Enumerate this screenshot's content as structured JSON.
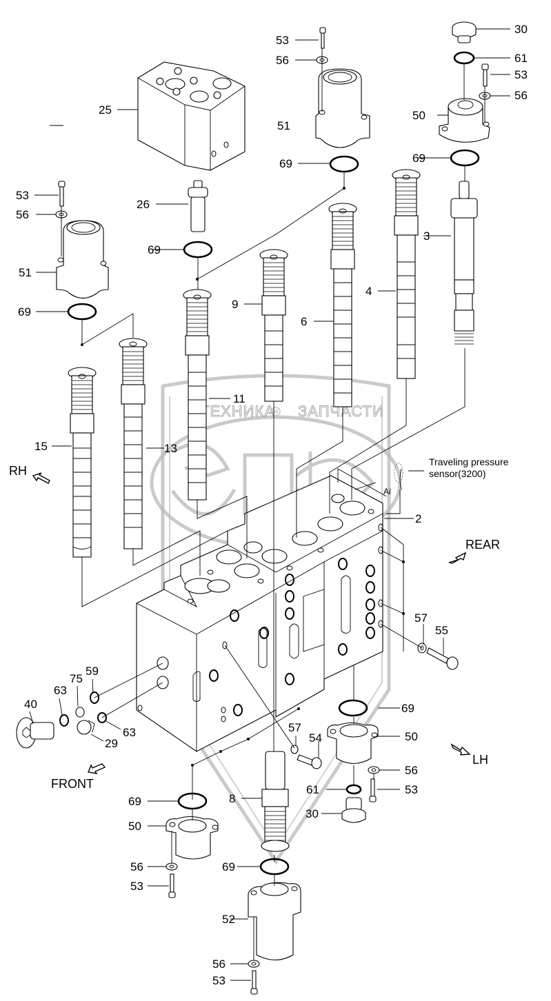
{
  "diagram": {
    "type": "exploded-parts-diagram",
    "subject": "Main control valve spool assembly",
    "watermark": {
      "logo": "ЭЛФ",
      "left_text": "ТЕХНИКА",
      "right_text": "ЗАПЧАСТИ"
    },
    "directions": {
      "rh": "RH",
      "rear": "REAR",
      "front": "FRONT",
      "lh": "LH"
    },
    "annotation": {
      "sensor_line1": "Traveling pressure",
      "sensor_line2": "sensor(3200)",
      "port_label": "Ai"
    },
    "callouts": [
      {
        "id": "c53a",
        "label": "53"
      },
      {
        "id": "c56a",
        "label": "56"
      },
      {
        "id": "c30a",
        "label": "30"
      },
      {
        "id": "c61a",
        "label": "61"
      },
      {
        "id": "c53b",
        "label": "53"
      },
      {
        "id": "c56b",
        "label": "56"
      },
      {
        "id": "c25",
        "label": "25"
      },
      {
        "id": "c51a",
        "label": "51"
      },
      {
        "id": "c50a",
        "label": "50"
      },
      {
        "id": "c69a",
        "label": "69"
      },
      {
        "id": "c69b",
        "label": "69"
      },
      {
        "id": "c53c",
        "label": "53"
      },
      {
        "id": "c26",
        "label": "26"
      },
      {
        "id": "c56c",
        "label": "56"
      },
      {
        "id": "c3",
        "label": "3"
      },
      {
        "id": "c69c",
        "label": "69"
      },
      {
        "id": "c51b",
        "label": "51"
      },
      {
        "id": "c9",
        "label": "9"
      },
      {
        "id": "c4",
        "label": "4"
      },
      {
        "id": "c69d",
        "label": "69"
      },
      {
        "id": "c6",
        "label": "6"
      },
      {
        "id": "c11",
        "label": "11"
      },
      {
        "id": "c15",
        "label": "15"
      },
      {
        "id": "c13",
        "label": "13"
      },
      {
        "id": "c2",
        "label": "2"
      },
      {
        "id": "c57a",
        "label": "57"
      },
      {
        "id": "c55",
        "label": "55"
      },
      {
        "id": "c59",
        "label": "59"
      },
      {
        "id": "c75",
        "label": "75"
      },
      {
        "id": "c40",
        "label": "40"
      },
      {
        "id": "c63a",
        "label": "63"
      },
      {
        "id": "c63b",
        "label": "63"
      },
      {
        "id": "c29",
        "label": "29"
      },
      {
        "id": "c69e",
        "label": "69"
      },
      {
        "id": "c57b",
        "label": "57"
      },
      {
        "id": "c54",
        "label": "54"
      },
      {
        "id": "c50b",
        "label": "50"
      },
      {
        "id": "c56d",
        "label": "56"
      },
      {
        "id": "c61b",
        "label": "61"
      },
      {
        "id": "c53d",
        "label": "53"
      },
      {
        "id": "c30b",
        "label": "30"
      },
      {
        "id": "c69f",
        "label": "69"
      },
      {
        "id": "c8",
        "label": "8"
      },
      {
        "id": "c50c",
        "label": "50"
      },
      {
        "id": "c56e",
        "label": "56"
      },
      {
        "id": "c53e",
        "label": "53"
      },
      {
        "id": "c69g",
        "label": "69"
      },
      {
        "id": "c52",
        "label": "52"
      },
      {
        "id": "c56f",
        "label": "56"
      },
      {
        "id": "c53f",
        "label": "53"
      }
    ]
  }
}
